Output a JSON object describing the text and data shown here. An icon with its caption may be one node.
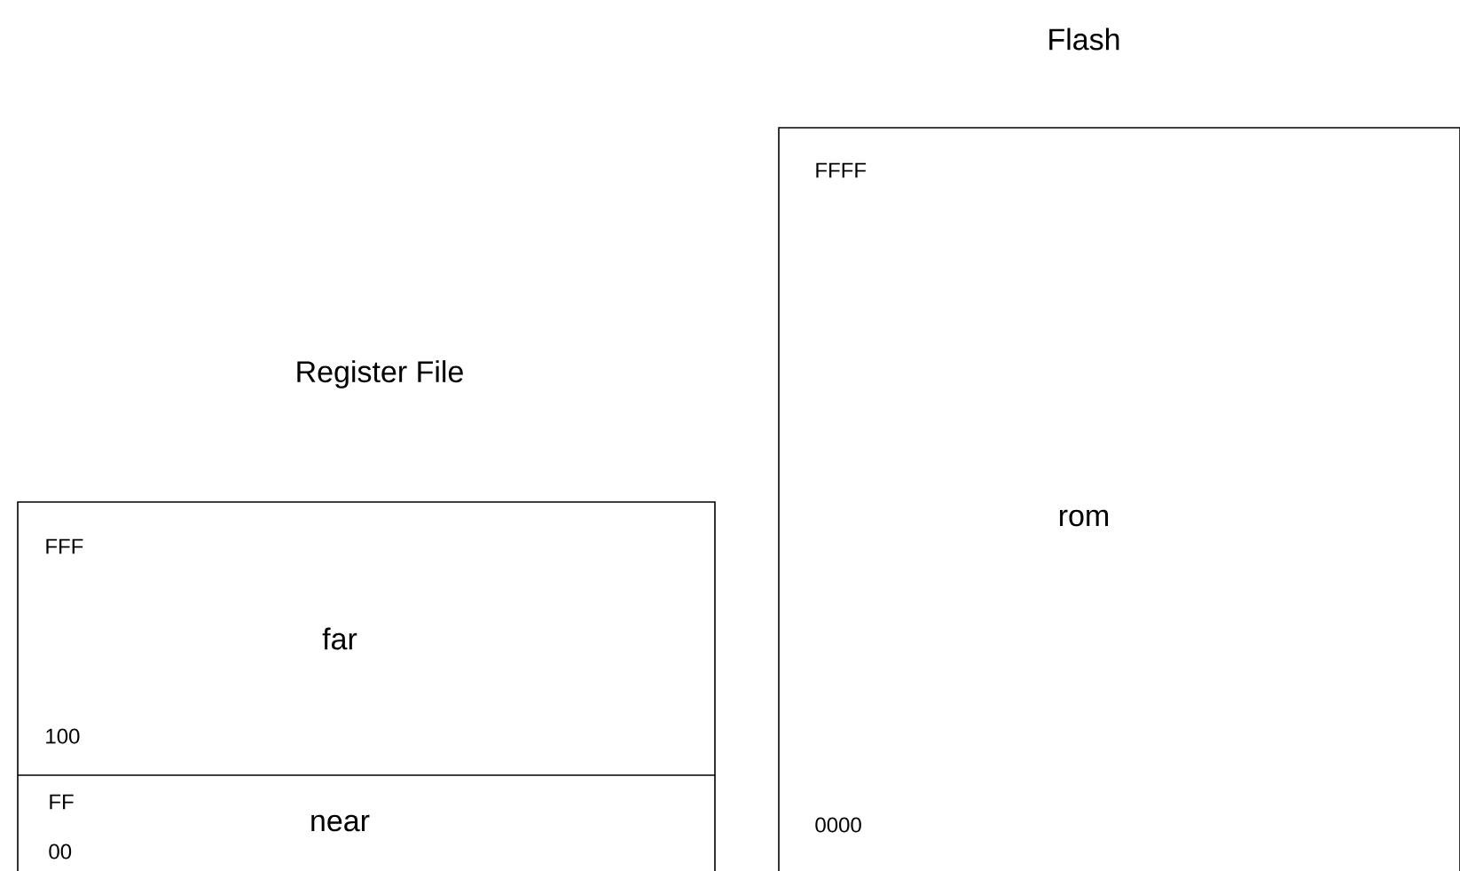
{
  "diagram": {
    "nodes": [
      {
        "text": [
          "Register File"
        ]
      },
      {
        "text": [
          "far"
        ],
        "in": 0
      },
      {
        "text": [
          "near"
        ],
        "in": 0
      },
      {
        "text": [
          "Flash",
          "rom"
        ]
      }
    ],
    "labels": [
      "FFF",
      "100",
      "FF",
      "00",
      "FFFF",
      "0000"
    ]
  }
}
